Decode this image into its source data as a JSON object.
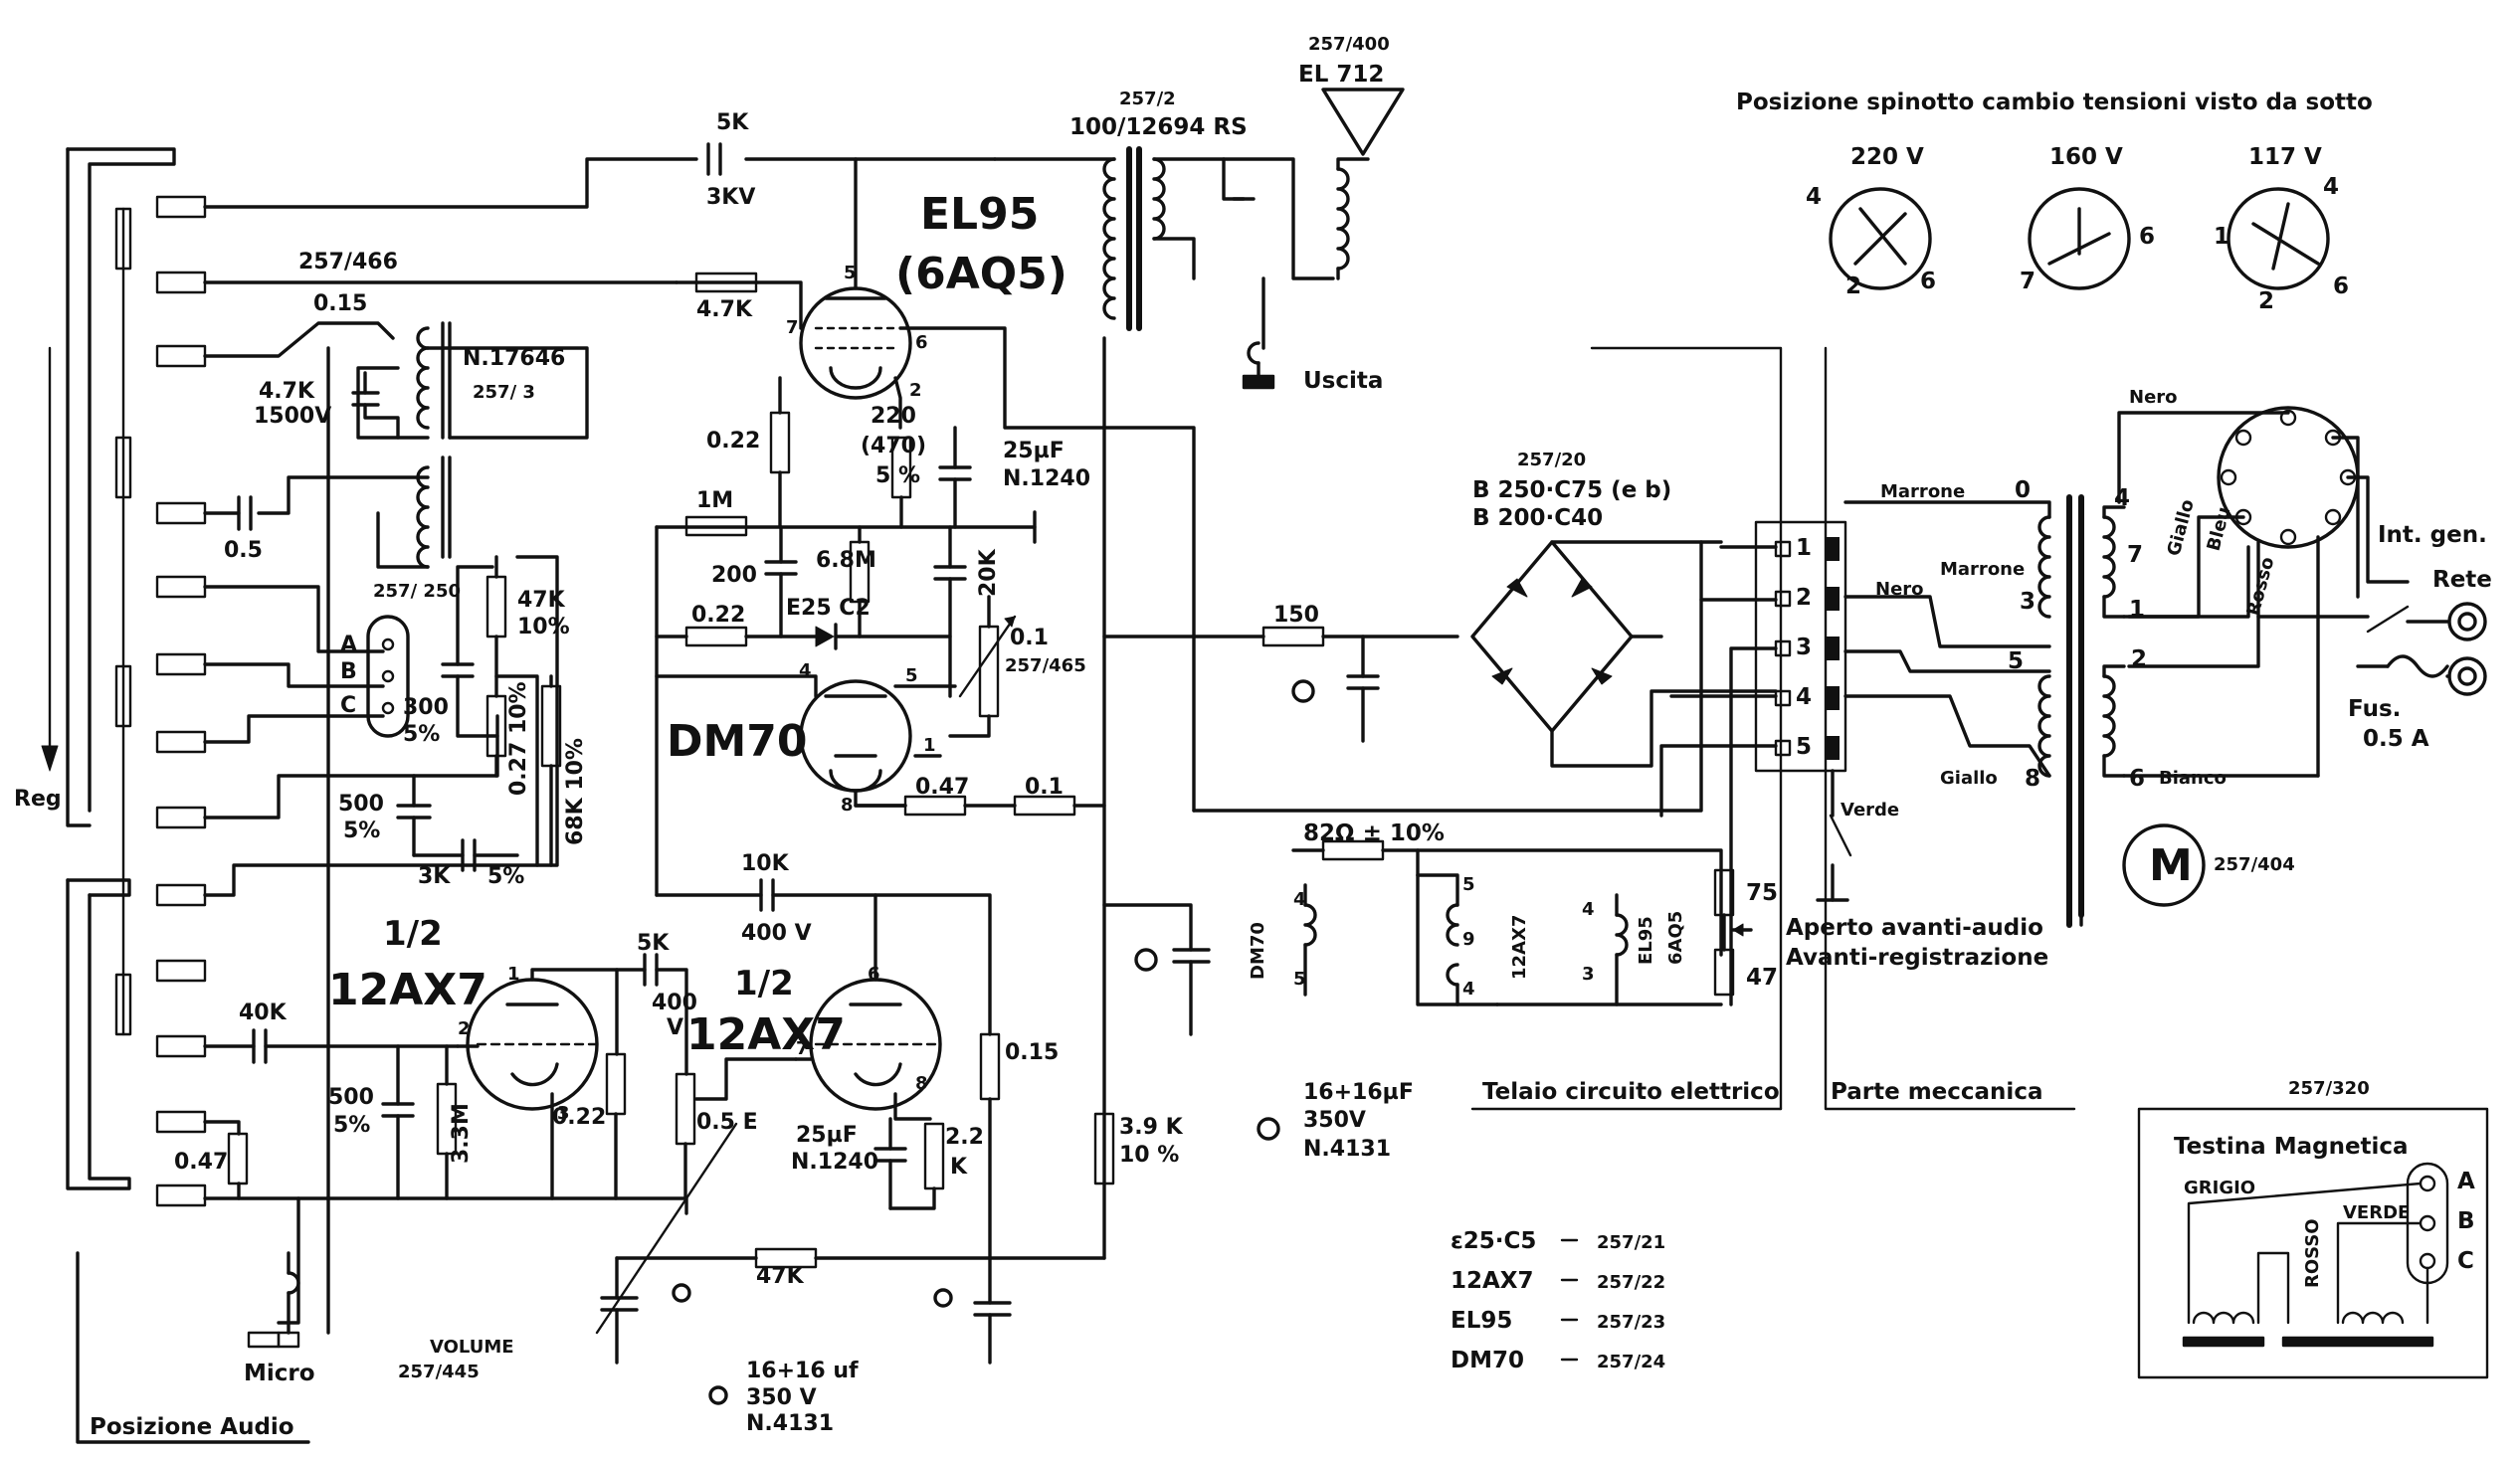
{
  "title": "",
  "labels": {
    "voltage_plug_title": "Posizione spinotto cambio tensioni   visto da sotto",
    "v220": "220 V",
    "v160": "160 V",
    "v117": "117 V",
    "speaker_part": "257/400",
    "speaker_type": "EL 712",
    "out_transformer_part": "257/2",
    "out_transformer_code": "100/12694 RS",
    "uscita": "Uscita",
    "cap_5k": "5K",
    "cap_3kv": "3KV",
    "el95": "EL95",
    "el95_alt": "(6AQ5)",
    "res_47k_top": "4.7K",
    "r_220": "220",
    "r_470": "(470)",
    "r_5pct": "5 %",
    "c_25uf": "25µF",
    "c_n1240": "N.1240",
    "r_022_a": "0.22",
    "r_1m": "1M",
    "c_200": "200",
    "r_68m": "6.8M",
    "r_20k": "20K",
    "r_022_b": "0.22",
    "d_e25c2": "E25 C2",
    "pot_01": "0.1",
    "pot_257_465": "257/465",
    "dm70": "DM70",
    "r_047": "0.47",
    "r_01": "0.1",
    "pin_4": "4",
    "pin_5": "5",
    "pin_1": "1",
    "pin_8": "8",
    "pin_2": "2",
    "pin_6": "6",
    "pin_7": "7",
    "pin_3": "3",
    "pin_9": "9",
    "part_257_466": "257/466",
    "pot_015": "0.15",
    "res_47k_l": "4.7K",
    "v1500": "1500V",
    "coil_n17646": "N.17646",
    "coil_257_3": "257/ 3",
    "c_05": "0.5",
    "sw_257_250": "257/\n250",
    "sw_a": "A",
    "sw_b": "B",
    "sw_c": "C",
    "c_300": "300",
    "c_5pct": "5%",
    "r_47k_10": "47K",
    "r_10pct": "10%",
    "r_027": "0.27 10%",
    "r_68k": "68K 10%",
    "c_500": "500",
    "c_500_5": "5%",
    "c_3k": "3K",
    "c_3k_5": "5%",
    "reg": "Reg",
    "half_a": "1/2",
    "tube_12ax7_a": "12AX7",
    "half_b": "1/2",
    "tube_12ax7_b": "12AX7",
    "c_40k": "40K",
    "c_500b": "500",
    "c_500b_5": "5%",
    "r_33m": "3.3M",
    "r_022_c": "0.22",
    "c_5k_b": "5K",
    "c_400v": "400",
    "c_v": "V",
    "c_10k": "10K",
    "c_400v_b": "400 V",
    "pot_05e": "0.5 E",
    "c_25uf_b": "25µF",
    "c_n1240_b": "N.1240",
    "r_22k": "2.2",
    "r_k": "K",
    "r_015": "0.15",
    "r_39k": "3.9 K",
    "r_39k_10": "10 %",
    "r_047_mic": "0.47",
    "r_47k_b": "47K",
    "micro": "Micro",
    "volume": "VOLUME",
    "volume_part": "257/445",
    "pos_audio": "Posizione Audio",
    "cap_16_a": "16+16 uf",
    "cap_350_a": "350 V",
    "cap_n4131_a": "N.4131",
    "cap_16_b": "16+16µF",
    "cap_350_b": "350V",
    "cap_n4131_b": "N.4131",
    "r_150": "150",
    "rect_part": "257/20",
    "rect_b250": "B 250·C75 (e b)",
    "rect_b200": "B 200·C40",
    "r_82": "82Ω  ± 10%",
    "r_75": "75",
    "r_47": "47",
    "aperto": "Aperto avanti-audio",
    "avanti": "Avanti-registrazione",
    "telaio": "Telaio circuito elettrico",
    "parte": "Parte meccanica",
    "heater_dm70": "DM70",
    "heater_12ax7": "12AX7",
    "heater_el95": "EL95",
    "heater_6aq5": "6AQ5",
    "sw_1": "1",
    "sw_2": "2",
    "sw_3": "3",
    "sw_4": "4",
    "sw_5": "5",
    "marrone": "Marrone",
    "marrone_b": "Marrone",
    "nero": "Nero",
    "nero_top": "Nero",
    "giallo": "Giallo",
    "verde": "Verde",
    "tr_0": "0",
    "tr_3": "3",
    "tr_5": "5",
    "tr_8": "8",
    "tr_4": "4",
    "tr_7": "7",
    "tr_1": "1",
    "tr_2": "2",
    "tr_6": "6",
    "bleu": "Bleu",
    "giallo_b": "Giallo",
    "rosso": "Rosso",
    "bianco": "Bianco",
    "int_gen": "Int. gen.",
    "rete": "Rete",
    "fus": "Fus.",
    "fus_a": "0.5 A",
    "motor_m": "M",
    "motor_part": "257/404",
    "head_part": "257/320",
    "head_title": "Testina Magnetica",
    "grigio": "GRIGIO",
    "rosso_h": "ROSSO",
    "verde_h": "VERDE",
    "h_a": "A",
    "h_b": "B",
    "h_c": "C",
    "s220_4": "4",
    "s220_2": "2",
    "s220_6": "6",
    "s160_7": "7",
    "s160_6": "6",
    "s117_1": "1",
    "s117_4": "4",
    "s117_2": "2",
    "s117_6": "6"
  },
  "tube_list": [
    {
      "tube": "ε25·C5",
      "part": "257/21"
    },
    {
      "tube": "12AX7",
      "part": "257/22"
    },
    {
      "tube": "EL95",
      "part": "257/23"
    },
    {
      "tube": "DM70",
      "part": "257/24"
    }
  ]
}
